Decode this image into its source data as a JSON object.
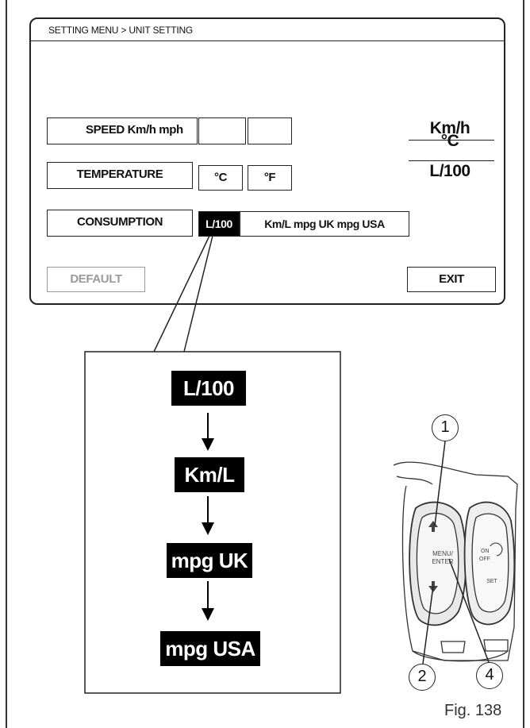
{
  "screen": {
    "breadcrumb": "SETTING MENU > UNIT SETTING",
    "rows": [
      {
        "label": "SPEED Km/h mph",
        "options": [
          "",
          ""
        ]
      },
      {
        "label": "TEMPERATURE",
        "options": [
          "°C",
          "°F"
        ]
      },
      {
        "label": "CONSUMPTION",
        "options": [
          "L/100",
          "Km/L mpg UK mpg USA"
        ]
      }
    ],
    "selected_consumption": "L/100",
    "readout": {
      "speed": "Km/h",
      "temperature": "°C",
      "consumption": "L/100"
    },
    "default_label": "DEFAULT",
    "exit_label": "EXIT"
  },
  "sequence": [
    "L/100",
    "Km/L",
    "mpg UK",
    "mpg USA"
  ],
  "device": {
    "callouts": [
      "1",
      "2",
      "4"
    ],
    "button_labels": [
      "MENU/ENTER",
      "ON/OFF",
      "SET"
    ],
    "icons": [
      "up-arrow-icon",
      "down-arrow-icon",
      "return-icon"
    ]
  },
  "caption": "Fig. 138"
}
